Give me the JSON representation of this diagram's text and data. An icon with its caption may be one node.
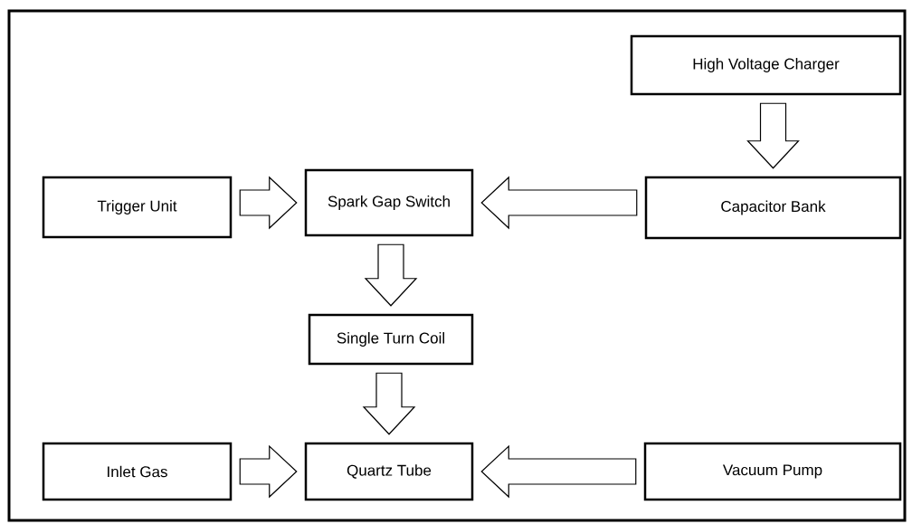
{
  "diagram": {
    "nodes": [
      {
        "text": [
          "High Voltage Charger"
        ]
      },
      {
        "text": [
          "Trigger Unit"
        ]
      },
      {
        "text": [
          "Spark Gap Switch"
        ]
      },
      {
        "text": [
          "Capacitor Bank"
        ]
      },
      {
        "text": [
          "Single Turn Coil"
        ]
      },
      {
        "text": [
          "Inlet Gas"
        ]
      },
      {
        "text": [
          "Quartz Tube"
        ]
      },
      {
        "text": [
          "Vacuum Pump"
        ]
      }
    ],
    "edges": [
      {
        "from": 0,
        "to": 3,
        "arrow": "to"
      },
      {
        "from": 1,
        "to": 2,
        "arrow": "to"
      },
      {
        "from": 3,
        "to": 2,
        "arrow": "to"
      },
      {
        "from": 2,
        "to": 4,
        "arrow": "to"
      },
      {
        "from": 4,
        "to": 6,
        "arrow": "to"
      },
      {
        "from": 5,
        "to": 6,
        "arrow": "to"
      },
      {
        "from": 7,
        "to": 6,
        "arrow": "to"
      }
    ]
  }
}
